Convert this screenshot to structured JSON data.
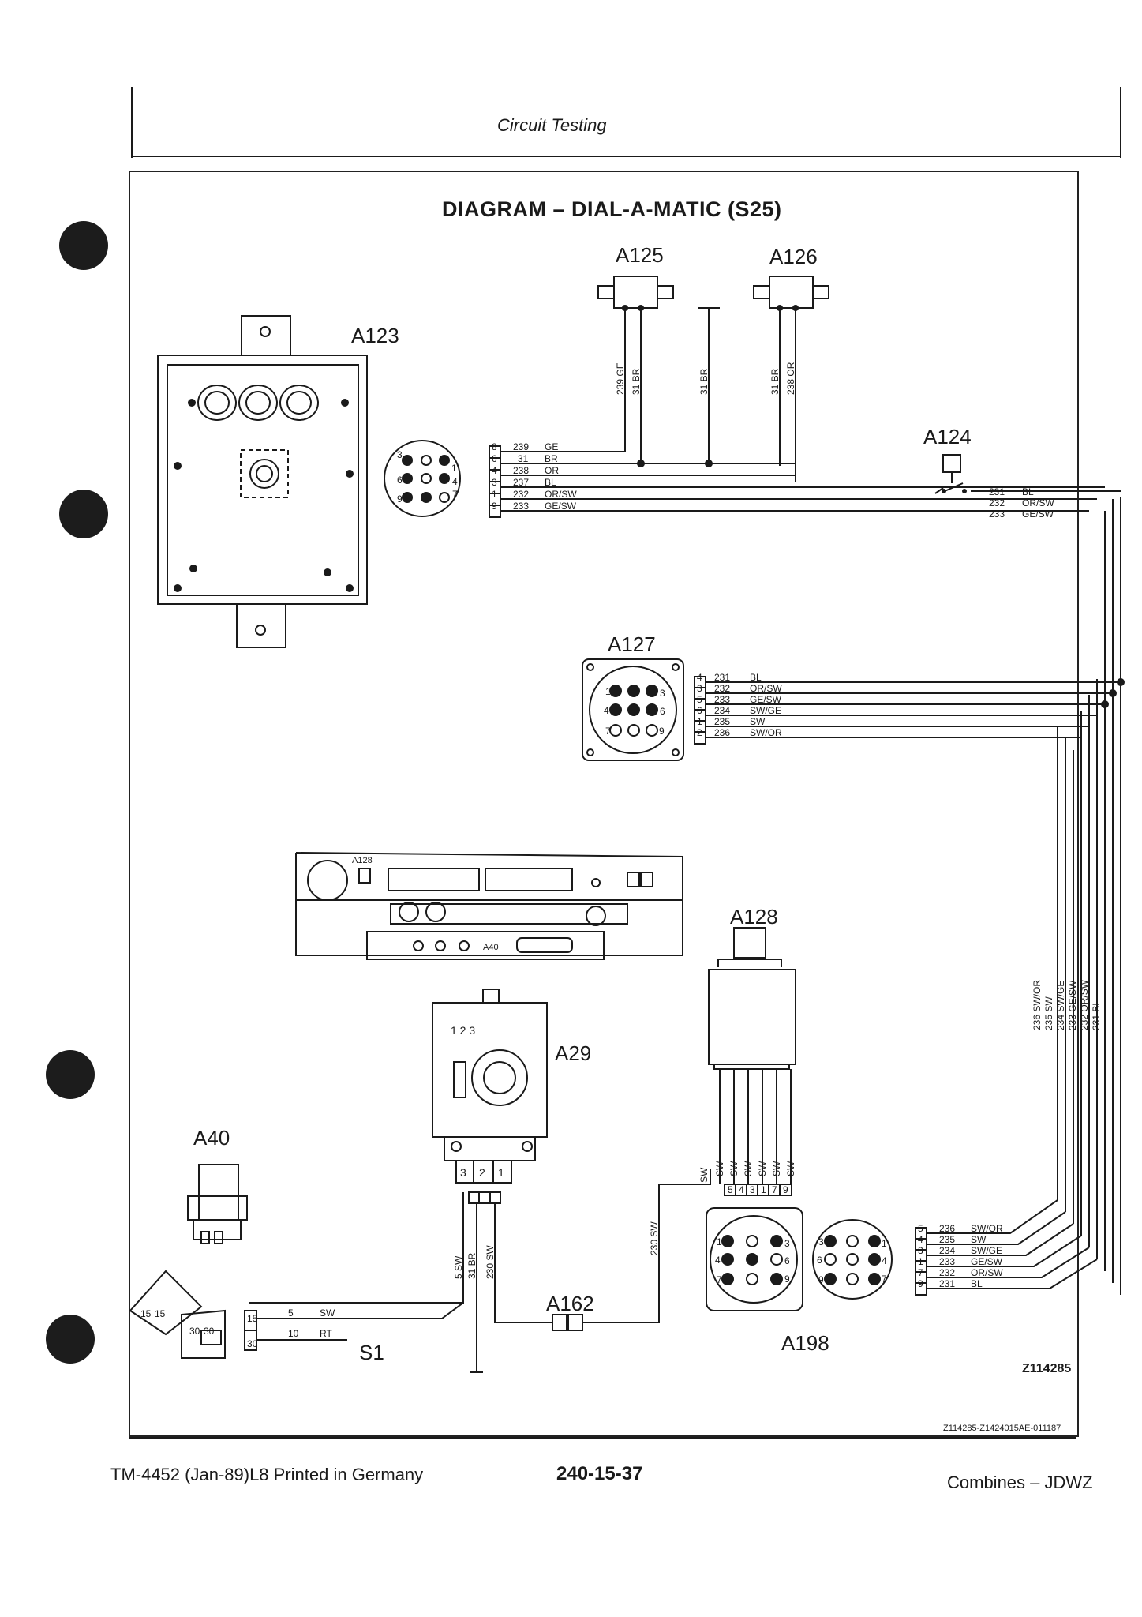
{
  "page": {
    "header": "Circuit Testing",
    "title": "DIAGRAM – DIAL-A-MATIC (S25)",
    "figure_id": "Z114285",
    "figure_ref": "Z114285-Z1424015AE-011187",
    "footer_left": "TM-4452 (Jan-89)L8 Printed in Germany",
    "footer_center": "240-15-37",
    "footer_right": "Combines – JDWZ"
  },
  "components": {
    "a123": "A123",
    "a124": "A124",
    "a125": "A125",
    "a126": "A126",
    "a127": "A127",
    "a128": "A128",
    "a128_small": "A128",
    "a29": "A29",
    "a40": "A40",
    "a40_small": "A40",
    "a162": "A162",
    "a198": "A198",
    "s1": "S1"
  },
  "a123_wires": [
    {
      "pin": "8",
      "num": "239",
      "color": "GE"
    },
    {
      "pin": "6",
      "num": "31",
      "color": "BR"
    },
    {
      "pin": "4",
      "num": "238",
      "color": "OR"
    },
    {
      "pin": "3",
      "num": "237",
      "color": "BL"
    },
    {
      "pin": "1",
      "num": "232",
      "color": "OR/SW"
    },
    {
      "pin": "9",
      "num": "233",
      "color": "GE/SW"
    }
  ],
  "a124_wires": [
    {
      "num": "231",
      "color": "BL"
    },
    {
      "num": "232",
      "color": "OR/SW"
    },
    {
      "num": "233",
      "color": "GE/SW"
    }
  ],
  "a127_wires": [
    {
      "pin": "4",
      "num": "231",
      "color": "BL"
    },
    {
      "pin": "3",
      "num": "232",
      "color": "OR/SW"
    },
    {
      "pin": "5",
      "num": "233",
      "color": "GE/SW"
    },
    {
      "pin": "6",
      "num": "234",
      "color": "SW/GE"
    },
    {
      "pin": "1",
      "num": "235",
      "color": "SW"
    },
    {
      "pin": "2",
      "num": "236",
      "color": "SW/OR"
    }
  ],
  "a198_wires": [
    {
      "pin": "5",
      "num": "236",
      "color": "SW/OR"
    },
    {
      "pin": "4",
      "num": "235",
      "color": "SW"
    },
    {
      "pin": "3",
      "num": "234",
      "color": "SW/GE"
    },
    {
      "pin": "1",
      "num": "233",
      "color": "GE/SW"
    },
    {
      "pin": "7",
      "num": "232",
      "color": "OR/SW"
    },
    {
      "pin": "9",
      "num": "231",
      "color": "BL"
    }
  ],
  "vertical_labels": {
    "a125_left": "239 GE",
    "a125_right": "31 BR",
    "ground": "31 BR",
    "a126_left": "31 BR",
    "a126_right": "238 OR",
    "bundle": [
      "236 SW/OR",
      "235 SW",
      "234 SW/GE",
      "233 GE/SW",
      "232 OR/SW",
      "231 BL"
    ],
    "a128_pins": [
      "5",
      "4",
      "3",
      "1",
      "7",
      "9"
    ],
    "a128_colors": [
      "SW",
      "SW",
      "SW",
      "SW",
      "SW",
      "SW"
    ],
    "a29_left": "5 SW",
    "a29_mid": "31 BR",
    "a29_right": "230 SW",
    "a162_right": "230 SW",
    "a128_feed": "SW"
  },
  "a29_pins": [
    "3",
    "2",
    "1"
  ],
  "a29_knob_marks": "1 2 3",
  "s1_wires": [
    {
      "pin": "15",
      "num": "5",
      "color": "SW"
    },
    {
      "pin": "30",
      "num": "10",
      "color": "RT"
    }
  ],
  "s1_terminals": [
    "15",
    "15",
    "30",
    "30"
  ],
  "a123_socket_pins": [
    "3",
    "1",
    "6",
    "4",
    "9",
    "7"
  ],
  "a127_socket_pins": [
    "1",
    "3",
    "4",
    "6",
    "7",
    "9"
  ],
  "a198_left_pins": [
    "1",
    "3",
    "4",
    "6",
    "7",
    "9"
  ],
  "a198_right_pins": [
    "3",
    "1",
    "6",
    "4",
    "9",
    "7"
  ],
  "colors": {
    "ink": "#1a1a1a",
    "paper": "#ffffff",
    "hole": "#1c1c1c"
  }
}
